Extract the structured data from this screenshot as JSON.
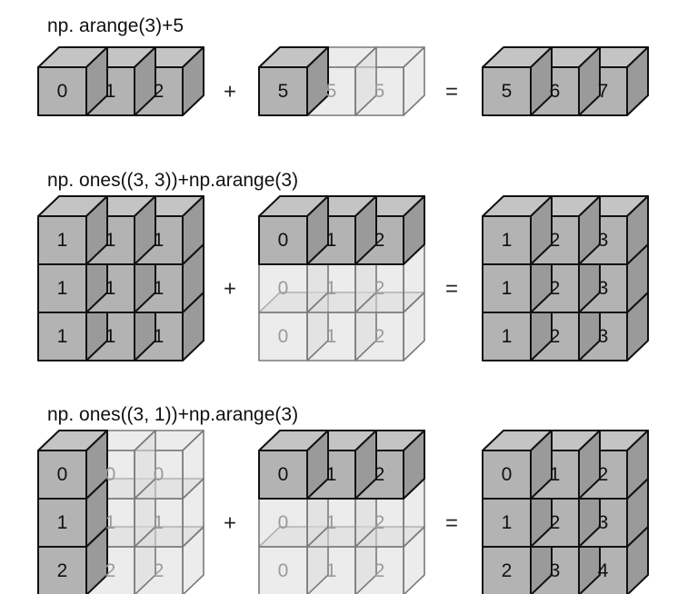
{
  "colors": {
    "solid_face": "#b3b3b3",
    "solid_top": "#c4c4c4",
    "solid_side": "#9a9a9a",
    "solid_stroke": "#111111",
    "ghost_face": "#dcdcdc",
    "ghost_stroke": "#7a7a7a",
    "ghost_text": "#9a9a9a",
    "solid_text": "#111111"
  },
  "operators": {
    "plus": "+",
    "equals": "="
  },
  "examples": [
    {
      "caption": "np. arange(3)+5",
      "a": [
        {
          "cells": [
            "0",
            "1",
            "2"
          ],
          "solid": [
            true,
            true,
            true
          ]
        }
      ],
      "b": [
        {
          "cells": [
            "5",
            "5",
            "5"
          ],
          "solid": [
            true,
            false,
            false
          ]
        }
      ],
      "result": [
        {
          "cells": [
            "5",
            "6",
            "7"
          ]
        }
      ]
    },
    {
      "caption": "np. ones((3, 3))+np.arange(3)",
      "a": [
        {
          "cells": [
            "1",
            "1",
            "1"
          ],
          "solid": [
            true,
            true,
            true
          ]
        },
        {
          "cells": [
            "1",
            "1",
            "1"
          ],
          "solid": [
            true,
            true,
            true
          ]
        },
        {
          "cells": [
            "1",
            "1",
            "1"
          ],
          "solid": [
            true,
            true,
            true
          ]
        }
      ],
      "b": [
        {
          "cells": [
            "0",
            "1",
            "2"
          ],
          "solid": [
            true,
            true,
            true
          ]
        },
        {
          "cells": [
            "0",
            "1",
            "2"
          ],
          "solid": [
            false,
            false,
            false
          ]
        },
        {
          "cells": [
            "0",
            "1",
            "2"
          ],
          "solid": [
            false,
            false,
            false
          ]
        }
      ],
      "result": [
        {
          "cells": [
            "1",
            "2",
            "3"
          ]
        },
        {
          "cells": [
            "1",
            "2",
            "3"
          ]
        },
        {
          "cells": [
            "1",
            "2",
            "3"
          ]
        }
      ]
    },
    {
      "caption": "np. ones((3, 1))+np.arange(3)",
      "a": [
        {
          "cells": [
            "0",
            "0",
            "0"
          ],
          "solid": [
            true,
            false,
            false
          ]
        },
        {
          "cells": [
            "1",
            "1",
            "1"
          ],
          "solid": [
            true,
            false,
            false
          ]
        },
        {
          "cells": [
            "2",
            "2",
            "2"
          ],
          "solid": [
            true,
            false,
            false
          ]
        }
      ],
      "b": [
        {
          "cells": [
            "0",
            "1",
            "2"
          ],
          "solid": [
            true,
            true,
            true
          ]
        },
        {
          "cells": [
            "0",
            "1",
            "2"
          ],
          "solid": [
            false,
            false,
            false
          ]
        },
        {
          "cells": [
            "0",
            "1",
            "2"
          ],
          "solid": [
            false,
            false,
            false
          ]
        }
      ],
      "result": [
        {
          "cells": [
            "0",
            "1",
            "2"
          ]
        },
        {
          "cells": [
            "1",
            "2",
            "3"
          ]
        },
        {
          "cells": [
            "2",
            "3",
            "4"
          ]
        }
      ]
    }
  ]
}
